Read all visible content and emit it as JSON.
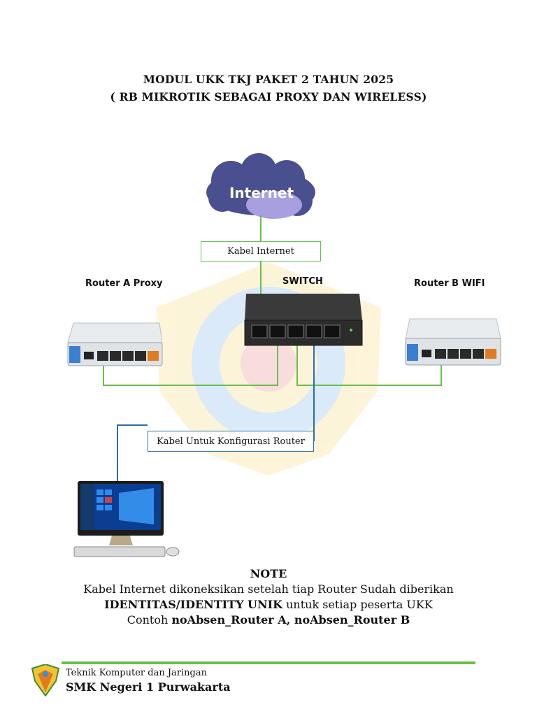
{
  "title": {
    "line1": "MODUL UKK TKJ PAKET 2 TAHUN 2025",
    "line2": "( RB MIKROTIK SEBAGAI PROXY DAN WIRELESS)"
  },
  "diagram": {
    "internet_label": "Internet",
    "kabel_internet": "Kabel Internet",
    "router_a": "Router A Proxy",
    "switch": "SWITCH",
    "router_b": "Router B WIFI",
    "kabel_konfigurasi": "Kabel Untuk Konfigurasi Router",
    "colors": {
      "internet_cable": "#6abf4b",
      "config_cable": "#2b6cb0"
    }
  },
  "note": {
    "title": "NOTE",
    "line1": "Kabel Internet dikoneksikan setelah tiap Router Sudah diberikan",
    "line2_bold": "IDENTITAS/IDENTITY UNIK",
    "line2_rest": " untuk setiap peserta UKK",
    "line3_prefix": "Contoh ",
    "line3_bold": "noAbsen_Router A, noAbsen_Router B"
  },
  "footer": {
    "dept": "Teknik Komputer dan Jaringan",
    "school": "SMK Negeri 1 Purwakarta"
  }
}
